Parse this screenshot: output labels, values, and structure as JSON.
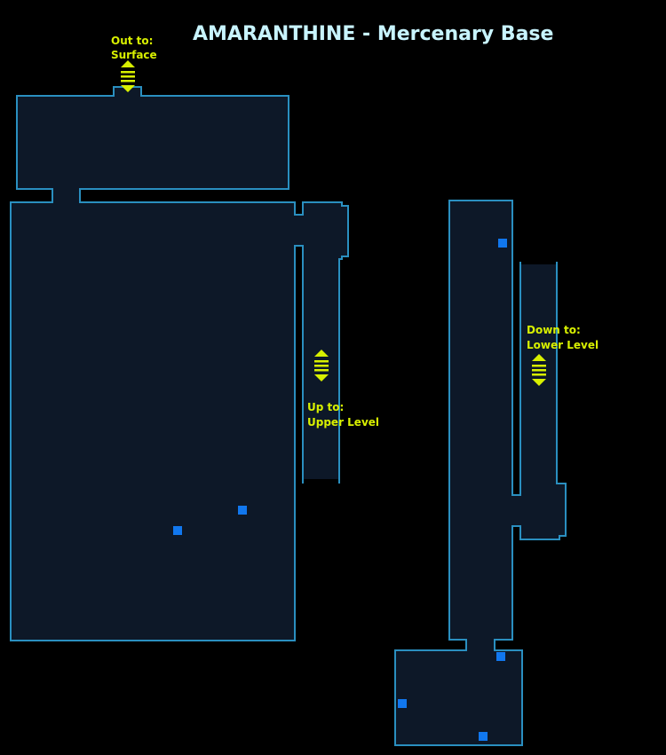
{
  "title": "AMARANTHINE - Mercenary Base",
  "labels": {
    "surface": [
      "Out to:",
      "Surface"
    ],
    "upper": [
      "Up to:",
      "Upper Level"
    ],
    "lower": [
      "Down to:",
      "Lower Level"
    ]
  },
  "colors": {
    "background": "#000000",
    "room_fill": "#0d1828",
    "wall": "#2a8fc0",
    "label": "#d8f000",
    "marker": "#1177ee",
    "title": "#c8f4ff"
  },
  "icons": {
    "elevator": "elevator-icon",
    "marker": "map-marker-icon"
  }
}
